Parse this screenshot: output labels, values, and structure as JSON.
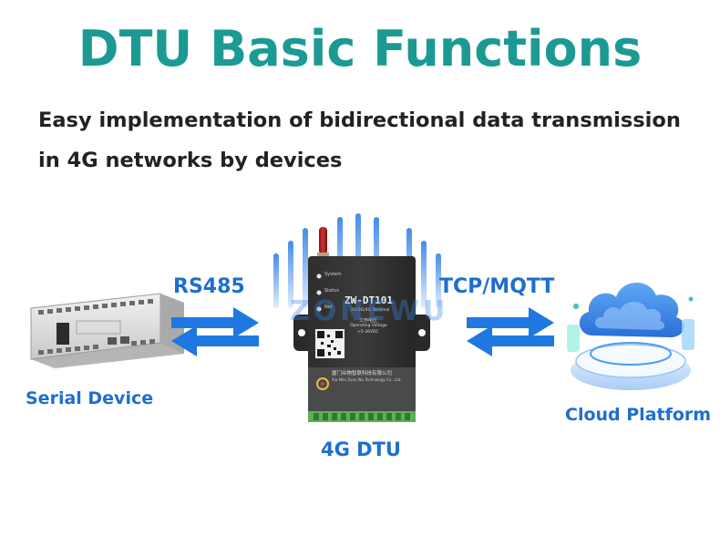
{
  "header": {
    "title": "DTU Basic Functions",
    "subtitle": "Easy implementation of bidirectional data transmission in 4G networks by devices"
  },
  "nodes": {
    "serial_device": "Serial Device",
    "dtu": "4G DTU",
    "cloud": "Cloud Platform"
  },
  "links": {
    "left_protocol": "RS485",
    "right_protocol": "TCP/MQTT"
  },
  "device": {
    "model": "ZW-DT101",
    "subline": "2G/3G/4G Terminal",
    "voltage_cn": "工作电压",
    "voltage_label": "Operating Voltage",
    "voltage_value": "+5-36VDC",
    "leds": [
      "System",
      "Status",
      "Net"
    ],
    "company_cn": "厦门众物智联科技有限公司",
    "company_en": "Xia Men Zone Wu Technology Co., Ltd.",
    "watermark": "ZONEWU"
  },
  "colors": {
    "title": "#1b9a93",
    "accent_blue": "#1d6fd0",
    "arrow_blue": "#1f78e0",
    "signal_blue": "#3a86e8"
  }
}
